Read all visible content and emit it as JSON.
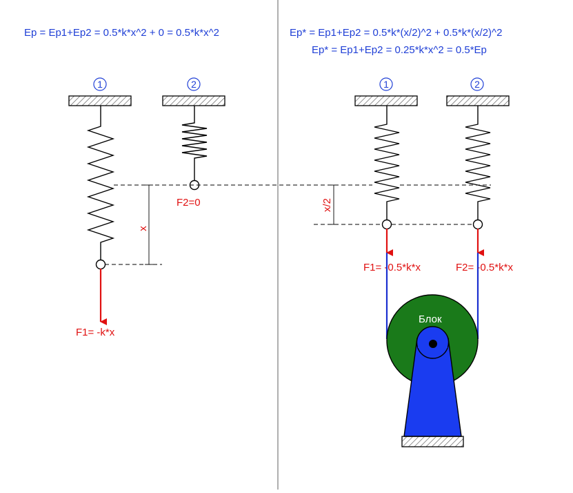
{
  "left": {
    "equation": "Ep = Ep1+Ep2 = 0.5*k*x^2 + 0 = 0.5*k*x^2",
    "spring1_number": "1",
    "spring2_number": "2",
    "dimension_label": "x",
    "force1_label": "F1= -k*x",
    "force2_label": "F2=0"
  },
  "right": {
    "equation_line1": "Ep* = Ep1+Ep2 = 0.5*k*(x/2)^2 +  0.5*k*(x/2)^2",
    "equation_line2": "Ep* = Ep1+Ep2 = 0.25*k*x^2  = 0.5*Ep",
    "spring1_number": "1",
    "spring2_number": "2",
    "dimension_label": "x/2",
    "force1_label": "F1= -0.5*k*x",
    "force2_label": "F2= -0.5*k*x",
    "pulley_label": "Блок"
  },
  "colors": {
    "text_blue": "#1f3fd6",
    "force_red": "#e01010",
    "pulley_green": "#1a7a1a",
    "support_blue": "#1a3cf0",
    "rope_blue": "#1a2fd0"
  }
}
